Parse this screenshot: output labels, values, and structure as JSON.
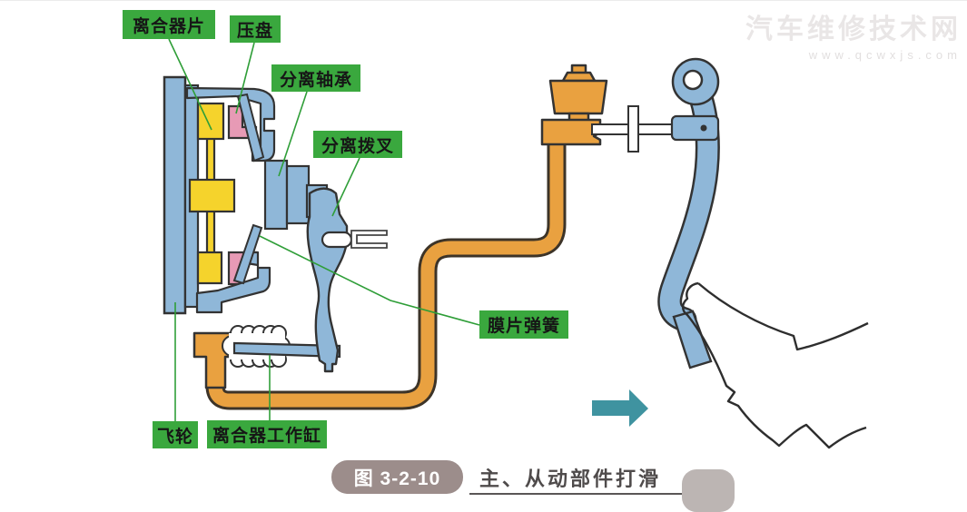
{
  "diagram": {
    "labels": {
      "clutch_disc": "离合器片",
      "pressure_plate": "压盘",
      "release_bearing": "分离轴承",
      "release_fork": "分离拨叉",
      "diaphragm_spring": "膜片弹簧",
      "flywheel": "飞轮",
      "clutch_working_cylinder": "离合器工作缸"
    },
    "colors": {
      "component_blue": "#8fb7d8",
      "disc_yellow": "#f5d32c",
      "pressure_plate_pink": "#e79ab5",
      "hydraulic_orange": "#e9a140",
      "label_green": "#3aa83e",
      "leader_line_green": "#2f9e38",
      "arrow_teal": "#3f93a0",
      "outline_dark": "#333333"
    }
  },
  "caption": {
    "figure_number": "图 3-2-10",
    "title": "主、从动部件打滑"
  },
  "watermark": {
    "site_name": "汽车维修技术网",
    "site_url": "www.qcwxjs.com"
  }
}
